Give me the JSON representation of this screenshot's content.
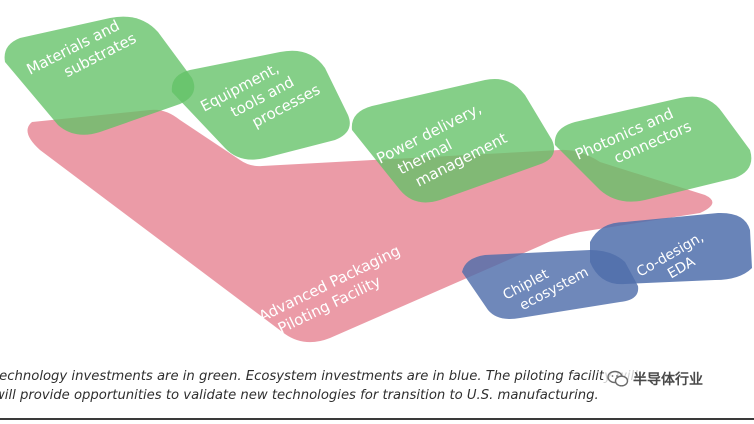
{
  "diagram": {
    "pink_block": {
      "label_lines": [
        "Advanced Packaging",
        "Piloting Facility"
      ],
      "color": "#e57f8e"
    },
    "green_tiles": [
      {
        "id": "materials",
        "label_lines": [
          "Materials and",
          "substrates"
        ]
      },
      {
        "id": "equipment",
        "label_lines": [
          "Equipment,",
          "tools and",
          "processes"
        ]
      },
      {
        "id": "power",
        "label_lines": [
          "Power delivery,",
          "thermal",
          "management"
        ]
      },
      {
        "id": "photonics",
        "label_lines": [
          "Photonics and",
          "connectors"
        ]
      }
    ],
    "blue_tiles": [
      {
        "id": "chiplet",
        "label_lines": [
          "Chiplet",
          "ecosystem"
        ]
      },
      {
        "id": "codesign",
        "label_lines": [
          "Co-design,",
          "EDA"
        ]
      }
    ],
    "colors": {
      "green": "#63c166",
      "blue": "#4f6eab",
      "pink": "#e57f8e"
    }
  },
  "caption": {
    "line1": "technology investments are in green. Ecosystem investments are in blue. The piloting facility will",
    "line2": "will provide opportunities to validate new technologies for transition to U.S. manufacturing."
  },
  "watermark": {
    "text": "半导体行业",
    "icon": "wechat-icon"
  }
}
